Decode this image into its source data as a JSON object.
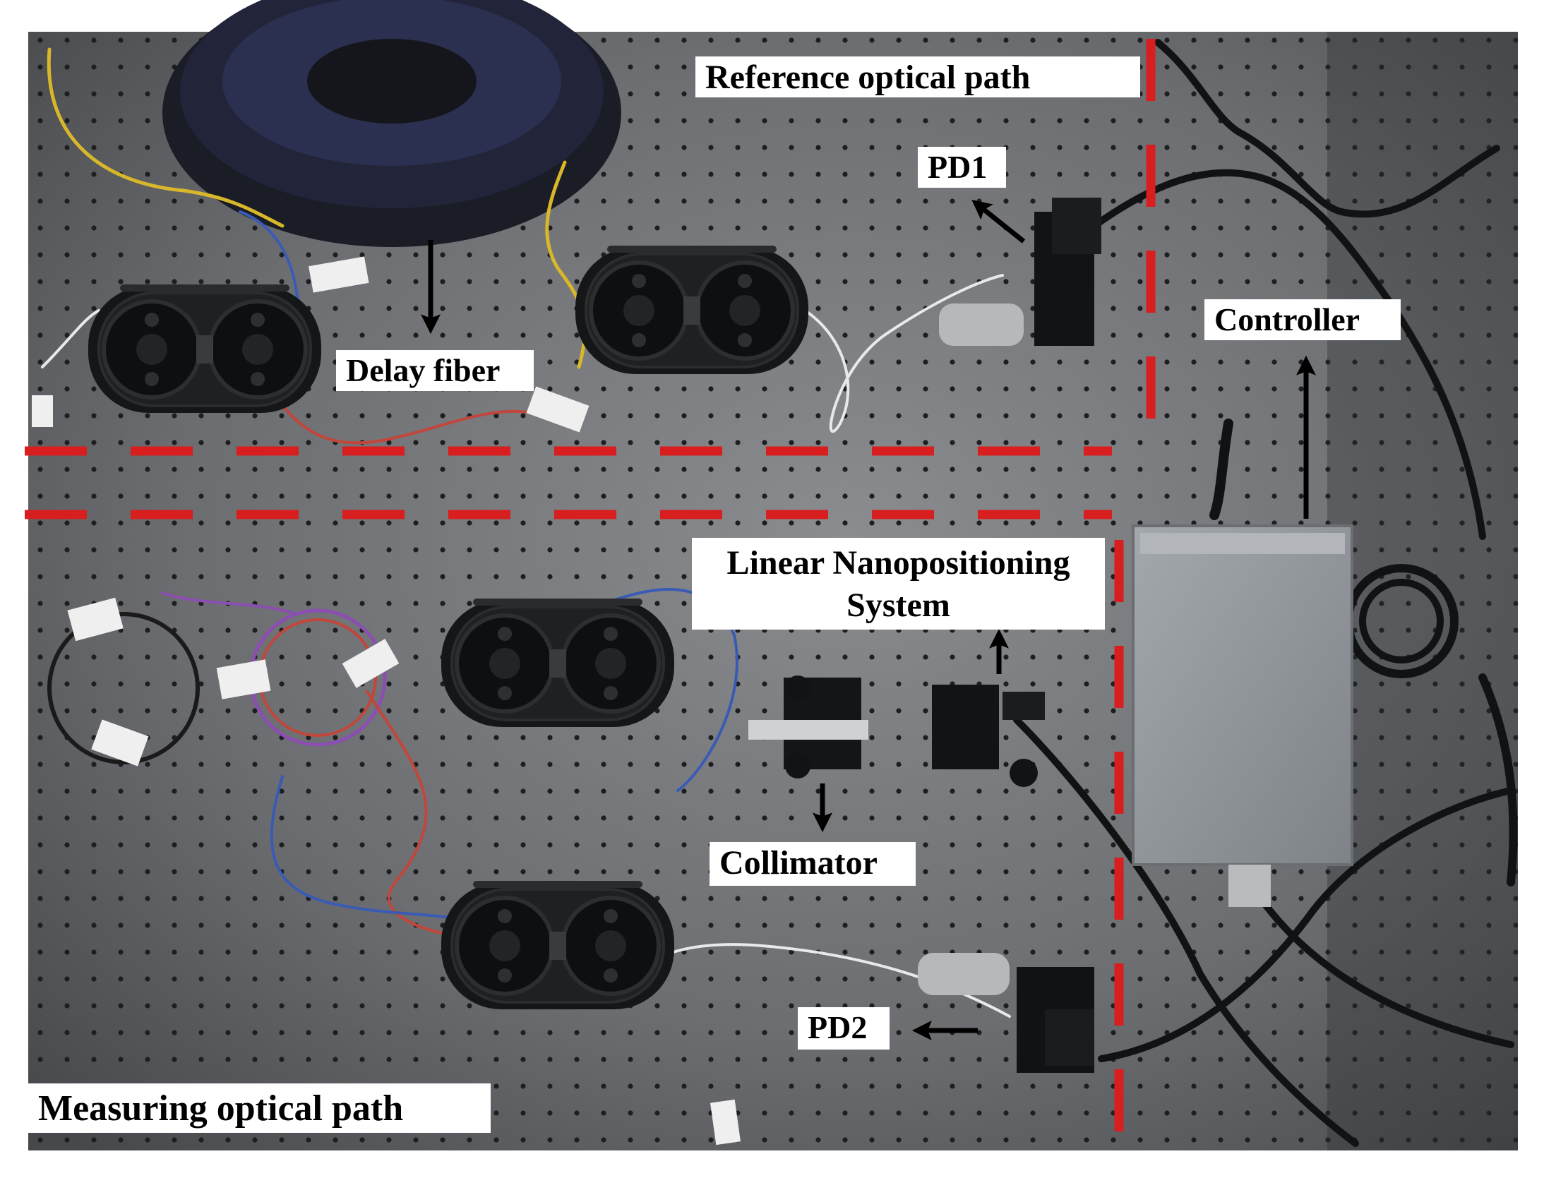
{
  "photo": {
    "subject": "optical-table-setup-photo"
  },
  "labels": {
    "reference_path": "Reference optical path",
    "pd1": "PD1",
    "controller": "Controller",
    "delay_fiber": "Delay fiber",
    "linear_nano_line1": "Linear Nanopositioning",
    "linear_nano_line2": "System",
    "collimator": "Collimator",
    "pd2": "PD2",
    "measuring_path": "Measuring optical path"
  },
  "colors": {
    "table_surface": "#6b6d70",
    "hole": "#1d1e20",
    "divider_dashes": "#d81e1e",
    "label_bg": "#ffffff",
    "label_text": "#000000",
    "arrow": "#000000",
    "fiber_yellow": "#d8b72a",
    "fiber_blue": "#3a5bb5",
    "fiber_red": "#c2463b",
    "fiber_white": "#e9e9e9",
    "controller_box": "#8f9499"
  }
}
